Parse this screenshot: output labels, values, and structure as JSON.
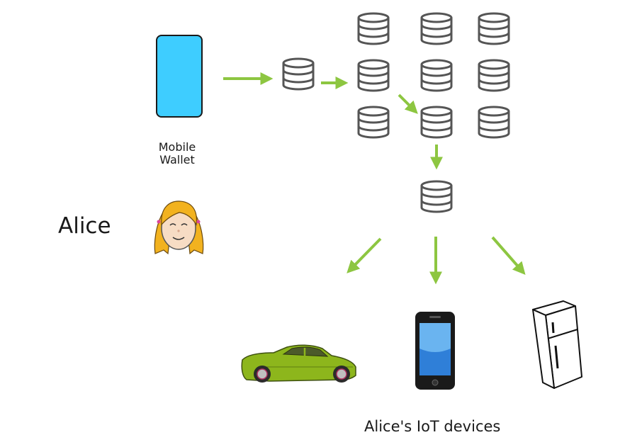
{
  "wallet": {
    "line1": "Mobile",
    "line2": "Wallet"
  },
  "person": {
    "name": "Alice"
  },
  "devices": {
    "caption": "Alice's IoT devices"
  },
  "colors": {
    "arrow": "#8dc641",
    "node_stroke": "#555555",
    "wallet_fill": "#3ecdff",
    "car_body": "#8db61c",
    "hair": "#f2b21f"
  },
  "icons": [
    "mobile-wallet-icon",
    "database-icon",
    "alice-avatar-icon",
    "car-icon",
    "smartphone-icon",
    "refrigerator-icon"
  ]
}
